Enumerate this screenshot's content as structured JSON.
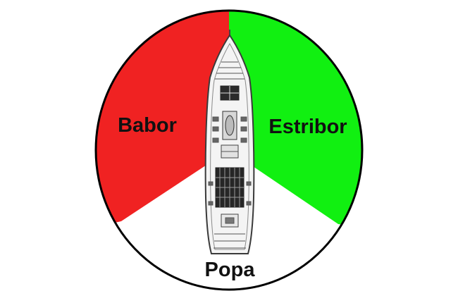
{
  "diagram": {
    "sectors": [
      {
        "id": "port",
        "label": "Babor",
        "color": "#f02222"
      },
      {
        "id": "starboard",
        "label": "Estribor",
        "color": "#11f011"
      },
      {
        "id": "stern",
        "label": "Popa",
        "color": "#ffffff"
      }
    ],
    "outline_color": "#000000",
    "vessel": {
      "icon": "ship-top-view-icon",
      "hull_color": "#f4f4f4",
      "line_color": "#555555"
    }
  }
}
